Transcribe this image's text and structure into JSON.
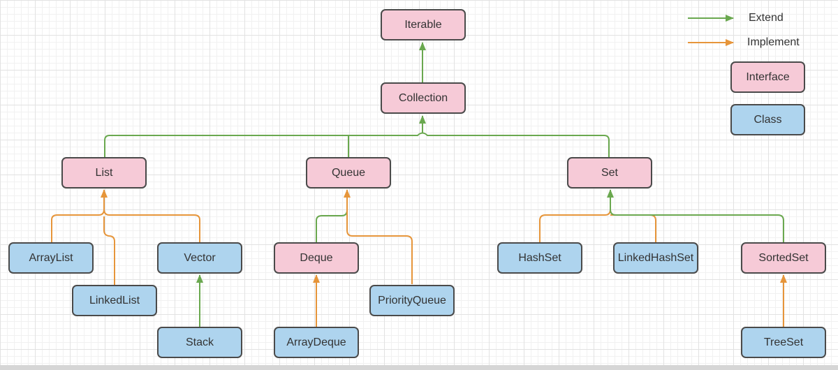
{
  "legend": {
    "extend_label": "Extend",
    "implement_label": "Implement",
    "interface_label": "Interface",
    "class_label": "Class"
  },
  "colors": {
    "extend": "#6aa84f",
    "implement": "#e6953a",
    "interface_fill": "#f6cad7",
    "class_fill": "#aed4ee",
    "node_border": "#4a4a4a"
  },
  "nodes": {
    "iterable": {
      "label": "Iterable",
      "type": "interface"
    },
    "collection": {
      "label": "Collection",
      "type": "interface"
    },
    "list": {
      "label": "List",
      "type": "interface"
    },
    "queue": {
      "label": "Queue",
      "type": "interface"
    },
    "set": {
      "label": "Set",
      "type": "interface"
    },
    "arraylist": {
      "label": "ArrayList",
      "type": "class"
    },
    "linkedlist": {
      "label": "LinkedList",
      "type": "class"
    },
    "vector": {
      "label": "Vector",
      "type": "class"
    },
    "stack": {
      "label": "Stack",
      "type": "class"
    },
    "deque": {
      "label": "Deque",
      "type": "interface"
    },
    "arraydeque": {
      "label": "ArrayDeque",
      "type": "class"
    },
    "priorityqueue": {
      "label": "PriorityQueue",
      "type": "class"
    },
    "hashset": {
      "label": "HashSet",
      "type": "class"
    },
    "linkedhashset": {
      "label": "LinkedHashSet",
      "type": "class"
    },
    "sortedset": {
      "label": "SortedSet",
      "type": "interface"
    },
    "treeset": {
      "label": "TreeSet",
      "type": "class"
    }
  },
  "edges": [
    {
      "from": "Collection",
      "to": "Iterable",
      "relation": "extend"
    },
    {
      "from": "List",
      "to": "Collection",
      "relation": "extend"
    },
    {
      "from": "Queue",
      "to": "Collection",
      "relation": "extend"
    },
    {
      "from": "Set",
      "to": "Collection",
      "relation": "extend"
    },
    {
      "from": "ArrayList",
      "to": "List",
      "relation": "implement"
    },
    {
      "from": "LinkedList",
      "to": "List",
      "relation": "implement"
    },
    {
      "from": "Vector",
      "to": "List",
      "relation": "implement"
    },
    {
      "from": "Stack",
      "to": "Vector",
      "relation": "extend"
    },
    {
      "from": "Deque",
      "to": "Queue",
      "relation": "extend"
    },
    {
      "from": "ArrayDeque",
      "to": "Deque",
      "relation": "implement"
    },
    {
      "from": "PriorityQueue",
      "to": "Queue",
      "relation": "implement"
    },
    {
      "from": "HashSet",
      "to": "Set",
      "relation": "implement"
    },
    {
      "from": "LinkedHashSet",
      "to": "Set",
      "relation": "implement"
    },
    {
      "from": "SortedSet",
      "to": "Set",
      "relation": "extend"
    },
    {
      "from": "TreeSet",
      "to": "SortedSet",
      "relation": "implement"
    }
  ]
}
